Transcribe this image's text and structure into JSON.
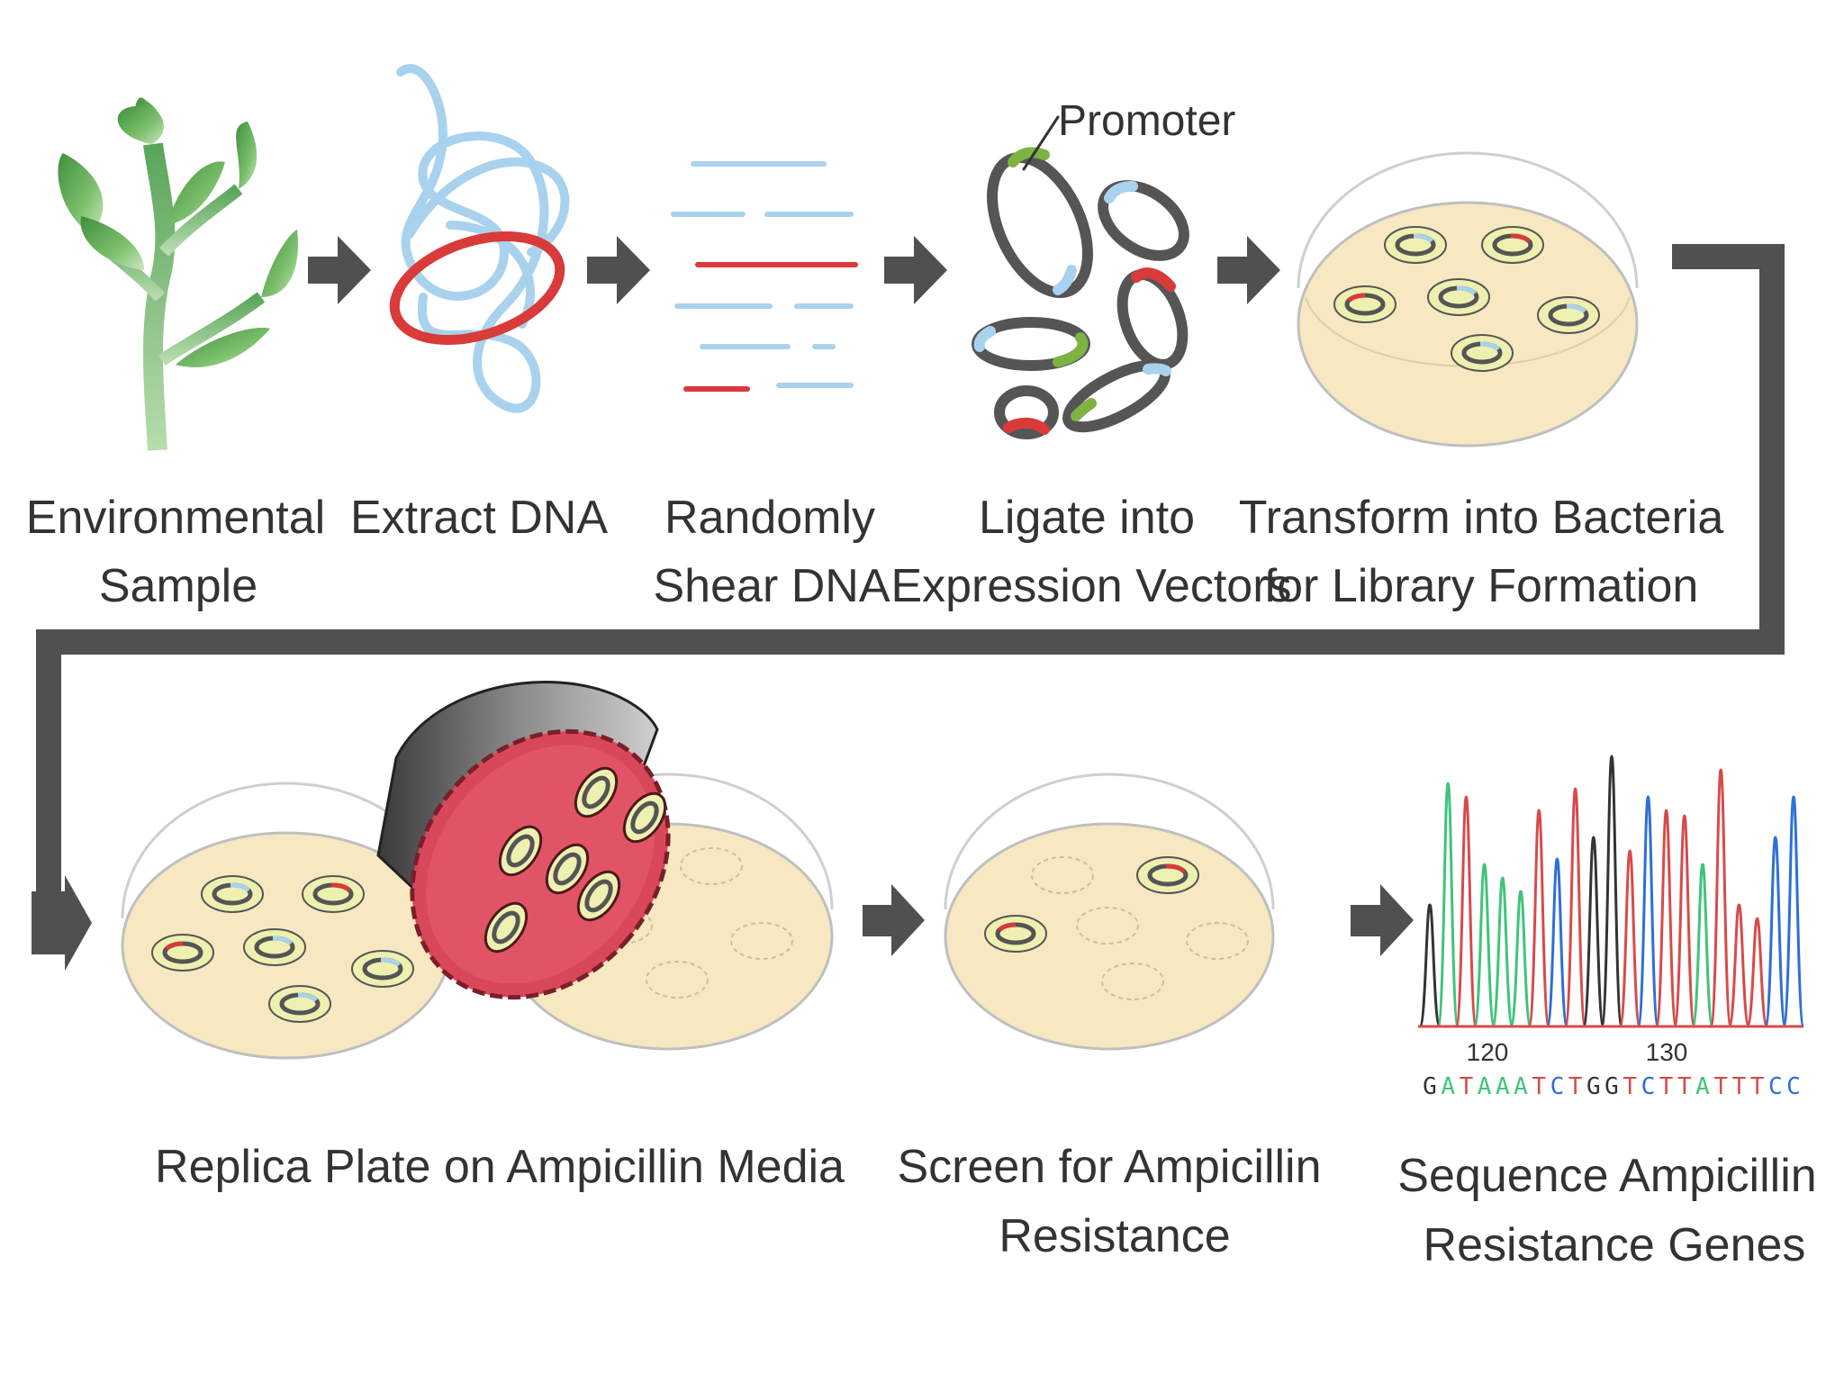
{
  "labels": {
    "step1": [
      "Environmental",
      "Sample"
    ],
    "step2": [
      "Extract DNA"
    ],
    "step3": [
      "Randomly",
      "Shear DNA"
    ],
    "step4": [
      "Ligate into",
      "Expression Vectors"
    ],
    "step5": [
      "Transform into Bacteria",
      "for Library Formation"
    ],
    "step6": [
      "Replica Plate on Ampicillin Media"
    ],
    "step7": [
      "Screen for Ampicillin",
      "Resistance"
    ],
    "step8": [
      "Sequence Ampicillin",
      "Resistance Genes"
    ],
    "promoter": "Promoter"
  },
  "chromatogram": {
    "tick_labels": [
      "120",
      "130"
    ],
    "sequence": "GATAAATCTGGTCTTATTTCC"
  },
  "colors": {
    "arrow": "#505050",
    "plate_fill": "#f7e8c2",
    "dna_light": "#a9d2ee",
    "dna_red": "#d93a3a",
    "vector_dark": "#555555",
    "vector_green": "#7cb342",
    "stamp": "#d9475a",
    "trace_A": "#3fc47a",
    "trace_C": "#2e6fd8",
    "trace_G": "#333333",
    "trace_T": "#d84a4a"
  }
}
